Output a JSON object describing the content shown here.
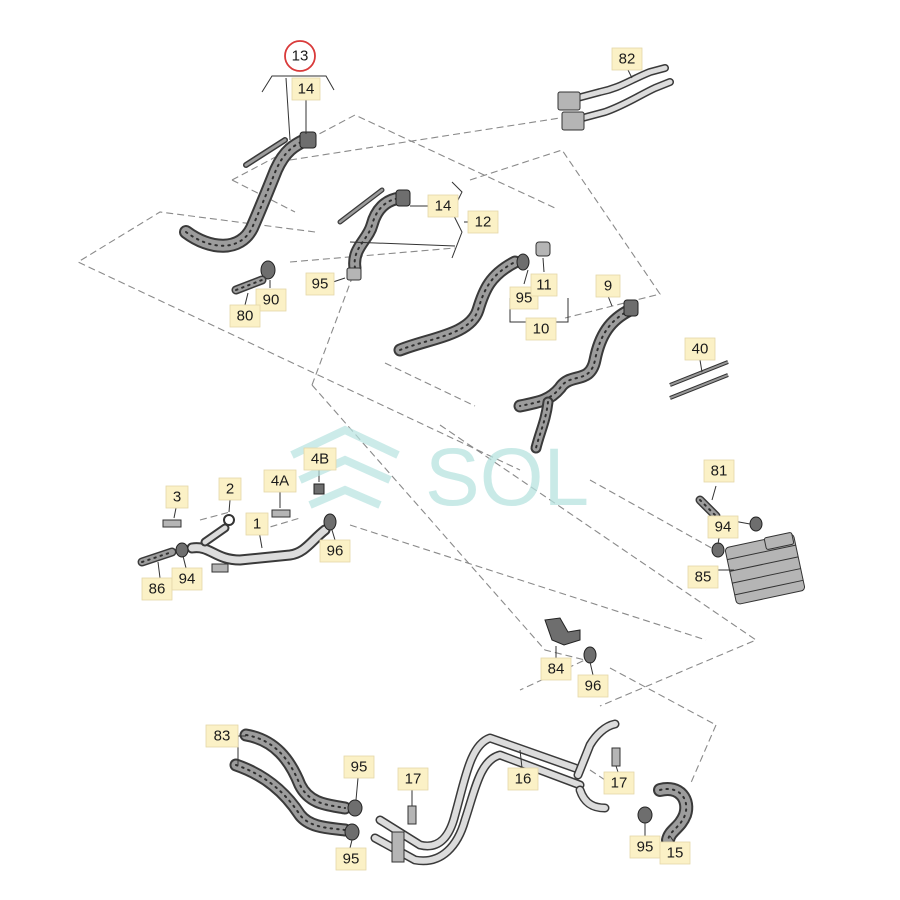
{
  "watermark": {
    "text": "SOL",
    "color": "#b7e3e0"
  },
  "highlight_color": "#d93a3a",
  "callouts": {
    "c13": "13",
    "c14a": "14",
    "c82": "82",
    "c14b": "14",
    "c12": "12",
    "c95a": "95",
    "c90": "90",
    "c80": "80",
    "c95b": "95",
    "c11": "11",
    "c10": "10",
    "c9": "9",
    "c40": "40",
    "c3": "3",
    "c2": "2",
    "c4a": "4A",
    "c4b": "4B",
    "c1": "1",
    "c96a": "96",
    "c86": "86",
    "c94a": "94",
    "c81": "81",
    "c94b": "94",
    "c85": "85",
    "c84": "84",
    "c96b": "96",
    "c83": "83",
    "c95c": "95",
    "c95d": "95",
    "c17a": "17",
    "c16": "16",
    "c17b": "17",
    "c95e": "95",
    "c15": "15"
  }
}
